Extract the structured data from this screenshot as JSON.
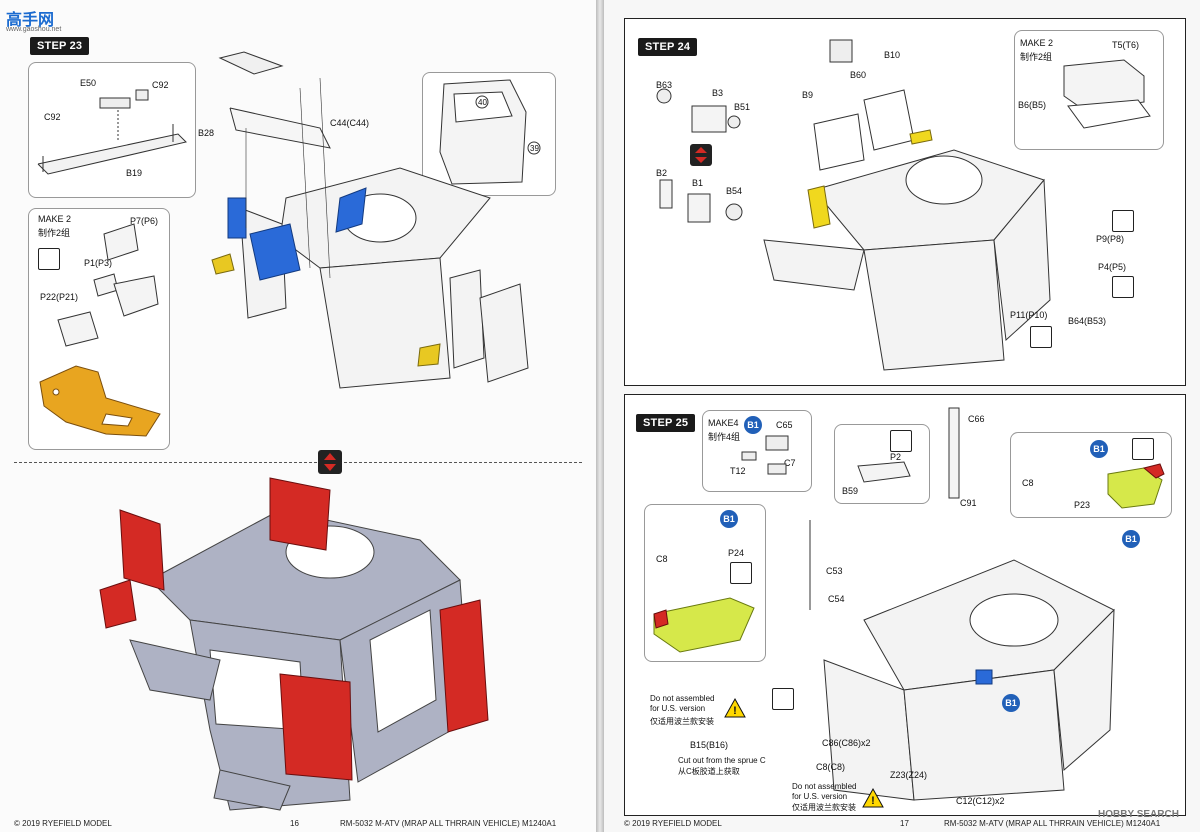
{
  "watermark": {
    "logo_text": "高手网",
    "url": "www.gaoshou.net"
  },
  "left_page": {
    "step_label": "STEP 23",
    "labels": {
      "e50": "E50",
      "c92_top": "C92",
      "c92_left": "C92",
      "b19": "B19",
      "b28": "B28",
      "c44": "C44(C44)",
      "make2": "MAKE 2",
      "make2_cn": "制作2组",
      "p7": "P7(P6)",
      "p1": "P1(P3)",
      "p22": "P22(P21)",
      "circle_40": "40",
      "circle_39": "39"
    },
    "footer_left": "© 2019 RYEFIELD MODEL",
    "page_number": "16",
    "footer_right": "RM-5032 M-ATV (MRAP ALL THRRAIN VEHICLE) M1240A1"
  },
  "right_page": {
    "step24": {
      "step_label": "STEP 24",
      "labels": {
        "b10": "B10",
        "b60": "B60",
        "b63": "B63",
        "b3": "B3",
        "b51": "B51",
        "b9": "B9",
        "b2": "B2",
        "b1": "B1",
        "b54": "B54",
        "make2": "MAKE 2",
        "make2_cn": "制作2组",
        "t5": "T5(T6)",
        "b6": "B6(B5)",
        "p9": "P9(P8)",
        "p4": "P4(P5)",
        "p11": "P11(P10)",
        "b64": "B64(B53)"
      }
    },
    "step25": {
      "step_label": "STEP 25",
      "labels": {
        "make4": "MAKE4",
        "make4_cn": "制作4组",
        "b1_badge": "B1",
        "c65": "C65",
        "t12": "T12",
        "c7": "C7",
        "p2": "P2",
        "b59": "B59",
        "c66": "C66",
        "c91": "C91",
        "c8_a": "C8",
        "p23": "P23",
        "c8_b": "C8",
        "p24": "P24",
        "c53": "C53",
        "c54": "C54",
        "warn1_en": "Do not assembled\nfor U.S. version",
        "warn1_cn": "仅适用波兰款安装",
        "b15": "B15(B16)",
        "cut_en": "Cut out from the sprue C",
        "cut_cn": "从C板胶道上获取",
        "c86": "C86(C86)x2",
        "c8_c": "C8(C8)",
        "z23": "Z23(Z24)",
        "c12": "C12(C12)x2",
        "warn2_en": "Do not assembled\nfor U.S. version",
        "warn2_cn": "仅适用波兰款安装"
      }
    },
    "footer_left": "© 2019 RYEFIELD MODEL",
    "page_number": "17",
    "footer_right": "RM-5032 M-ATV (MRAP ALL THRRAIN VEHICLE) M1240A1",
    "hobby_search": "HOBBY SEARCH"
  },
  "colors": {
    "part_blue": "#2a6ad8",
    "part_yellow": "#e8a520",
    "part_red": "#d42a24",
    "part_green": "#d6e84a",
    "badge_blue": "#2160b8",
    "hull_grey": "#aeb2c4"
  }
}
